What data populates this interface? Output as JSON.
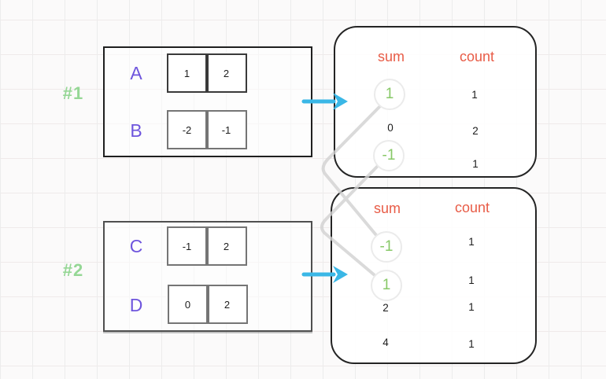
{
  "palette": {
    "header_orange": "#e85c47",
    "sum_green": "#87c867",
    "group_label_green": "#95d795",
    "array_label_purple": "#6e55dd",
    "arrow_cyan": "#3ab7e6",
    "connector_gray": "#d2d2d2"
  },
  "groups": [
    {
      "id": "#1",
      "arrays": [
        {
          "name": "A",
          "values": [
            "1",
            "2"
          ]
        },
        {
          "name": "B",
          "values": [
            "-2",
            "-1"
          ]
        }
      ],
      "result": {
        "sum_header": "sum",
        "count_header": "count",
        "rows": [
          {
            "sum": "1",
            "count": "1",
            "highlighted": true
          },
          {
            "sum": "0",
            "count": "2",
            "highlighted": false
          },
          {
            "sum": "-1",
            "count": "1",
            "highlighted": true
          }
        ]
      }
    },
    {
      "id": "#2",
      "arrays": [
        {
          "name": "C",
          "values": [
            "-1",
            "2"
          ]
        },
        {
          "name": "D",
          "values": [
            "0",
            "2"
          ]
        }
      ],
      "result": {
        "sum_header": "sum",
        "count_header": "count",
        "rows": [
          {
            "sum": "-1",
            "count": "1",
            "highlighted": true
          },
          {
            "sum": "1",
            "count": "1",
            "highlighted": true
          },
          {
            "sum": "2",
            "count": "1",
            "highlighted": false
          },
          {
            "sum": "4",
            "count": "1",
            "highlighted": false
          }
        ]
      }
    }
  ]
}
